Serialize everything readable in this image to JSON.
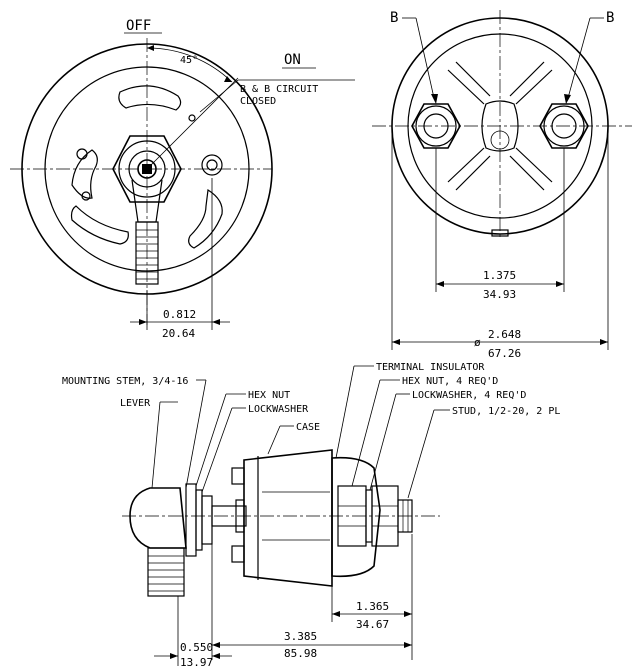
{
  "front_view": {
    "off_label": "OFF",
    "on_label": "ON",
    "angle_label": "45°",
    "circuit_line1": "B & B CIRCUIT",
    "circuit_line2": "CLOSED",
    "dim_top": "0.812",
    "dim_bottom": "20.64"
  },
  "rear_view": {
    "terminal_left": "B",
    "terminal_right": "B",
    "spacing_top": "1.375",
    "spacing_bottom": "34.93",
    "diameter_symbol": "ø",
    "diameter_top": "2.648",
    "diameter_bottom": "67.26"
  },
  "side_view": {
    "callouts": {
      "mounting_stem": "MOUNTING STEM, 3/4-16",
      "lever": "LEVER",
      "hex_nut": "HEX NUT",
      "lockwasher": "LOCKWASHER",
      "case": "CASE",
      "terminal_insulator": "TERMINAL INSULATOR",
      "hex_nut_4": "HEX NUT, 4 REQ'D",
      "lockwasher_4": "LOCKWASHER, 4 REQ'D",
      "stud": "STUD, 1/2-20, 2 PL"
    },
    "dims": {
      "stud_len_top": "1.365",
      "stud_len_bottom": "34.67",
      "overall_top": "3.385",
      "overall_bottom": "85.98",
      "stem_top": "0.550",
      "stem_bottom": "13.97"
    }
  },
  "colors": {
    "line": "#000000",
    "background": "#ffffff"
  }
}
